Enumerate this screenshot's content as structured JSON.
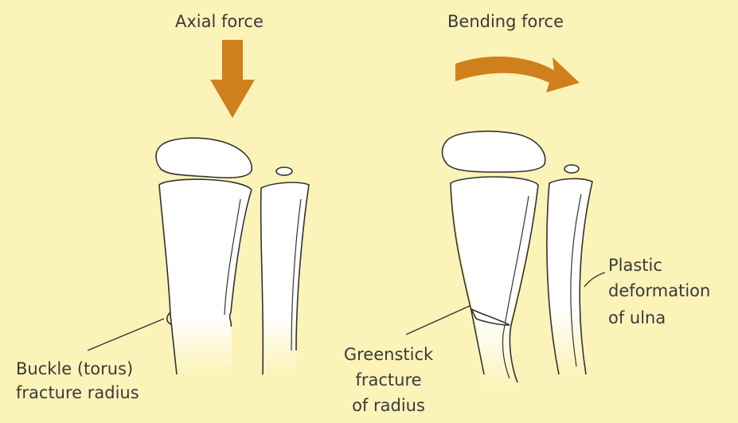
{
  "labels": {
    "axial_force": "Axial force",
    "bending_force": "Bending force",
    "buckle_line1": "Buckle (torus)",
    "buckle_line2": "fracture radius",
    "greenstick_line1": "Greenstick",
    "greenstick_line2": "fracture",
    "greenstick_line3": "of radius",
    "plastic_line1": "Plastic",
    "plastic_line2": "deformation",
    "plastic_line3": "of ulna"
  },
  "colors": {
    "background": "#fbf3b8",
    "arrow_fill": "#cf7f1c",
    "bone_fill": "#ffffff",
    "bone_outline": "#333333",
    "label_text": "#3a3a3a"
  },
  "icons": {
    "axial_arrow": "down-arrow-icon",
    "bending_arrow": "curved-arrow-icon"
  }
}
